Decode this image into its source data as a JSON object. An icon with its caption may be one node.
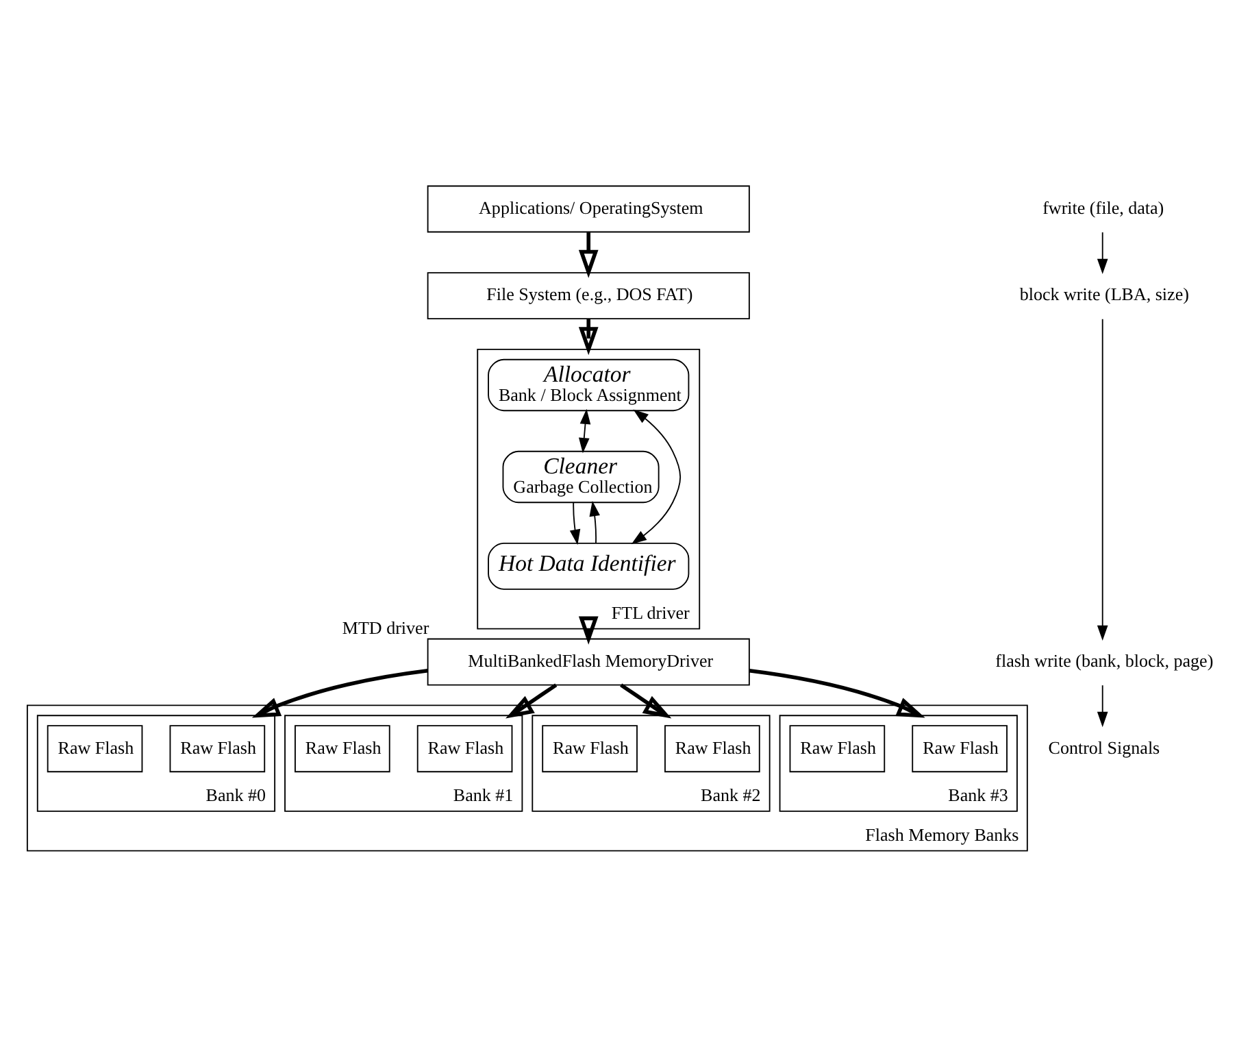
{
  "diagram": {
    "nodes": [
      {
        "text": [
          "Applications/ OperatingSystem"
        ]
      },
      {
        "text": [
          "File System (e.g., DOS FAT)"
        ]
      },
      {
        "text": [],
        "shape": "box",
        "beside": [
          "FTL driver"
        ]
      },
      {
        "text": [
          "Allocator",
          "Bank / Block Assignment"
        ],
        "in": 2
      },
      {
        "text": [
          "Cleaner",
          "Garbage Collection"
        ],
        "in": 2
      },
      {
        "text": [
          "Hot Data Identifier"
        ],
        "in": 2
      },
      {
        "text": [
          "MultiBankedFlash MemoryDriver"
        ],
        "beside": [
          "MTD driver"
        ]
      },
      {
        "text": [],
        "shape": "box",
        "beside": [
          "Flash Memory Banks"
        ]
      },
      {
        "text": [
          "Bank #0"
        ],
        "in": 7
      },
      {
        "text": [
          "Raw Flash"
        ],
        "in": 8
      },
      {
        "text": [
          "Raw Flash"
        ],
        "in": 8
      },
      {
        "text": [
          "Bank #1"
        ],
        "in": 7
      },
      {
        "text": [
          "Raw Flash"
        ],
        "in": 11
      },
      {
        "text": [
          "Raw Flash"
        ],
        "in": 11
      },
      {
        "text": [
          "Bank #2"
        ],
        "in": 7
      },
      {
        "text": [
          "Raw Flash"
        ],
        "in": 14
      },
      {
        "text": [
          "Raw Flash"
        ],
        "in": 14
      },
      {
        "text": [
          "Bank #3"
        ],
        "in": 7
      },
      {
        "text": [
          "Raw Flash"
        ],
        "in": 17
      },
      {
        "text": [
          "Raw Flash"
        ],
        "in": 17
      },
      {
        "text": [
          "fwrite (file, data)"
        ]
      },
      {
        "text": [
          "block write (LBA, size)"
        ]
      },
      {
        "text": [
          "flash write (bank, block, page)"
        ]
      },
      {
        "text": [
          "Control Signals"
        ]
      }
    ],
    "edges": [
      {
        "from": 0,
        "to": 1,
        "arrow": "to",
        "style": "thick"
      },
      {
        "from": 1,
        "to": 2,
        "arrow": "to",
        "style": "thick"
      },
      {
        "from": 2,
        "to": 6,
        "arrow": "to",
        "style": "thick"
      },
      {
        "from": 6,
        "to": 8,
        "arrow": "to",
        "style": "thick"
      },
      {
        "from": 6,
        "to": 11,
        "arrow": "to",
        "style": "thick"
      },
      {
        "from": 6,
        "to": 14,
        "arrow": "to",
        "style": "thick"
      },
      {
        "from": 6,
        "to": 17,
        "arrow": "to",
        "style": "thick"
      },
      {
        "from": 3,
        "to": 4,
        "arrow": "both"
      },
      {
        "from": 3,
        "to": 5,
        "arrow": "both"
      },
      {
        "from": 4,
        "to": 5,
        "arrow": "to"
      },
      {
        "from": 5,
        "to": 4,
        "arrow": "to"
      },
      {
        "from": 20,
        "to": 21,
        "arrow": "to"
      },
      {
        "from": 21,
        "to": 22,
        "arrow": "to"
      },
      {
        "from": 22,
        "to": 23,
        "arrow": "to"
      }
    ]
  }
}
